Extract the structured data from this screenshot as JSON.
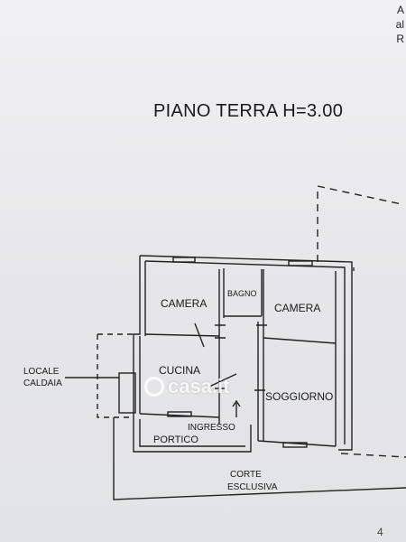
{
  "corner": {
    "line1": "A",
    "line2": "al",
    "line3": "R"
  },
  "title": "PIANO TERRA H=3.00",
  "rooms": {
    "camera_left": "CAMERA",
    "bagno": "BAGNO",
    "camera_right": "CAMERA",
    "cucina": "CUCINA",
    "soggiorno": "SOGGIORNO",
    "ingresso": "INGRESSO",
    "portico": "PORTICO",
    "corte_line1": "CORTE",
    "corte_line2": "ESCLUSIVA",
    "locale_line1": "LOCALE",
    "locale_line2": "CALDAIA"
  },
  "watermark": "casa.it",
  "page_number": "4"
}
